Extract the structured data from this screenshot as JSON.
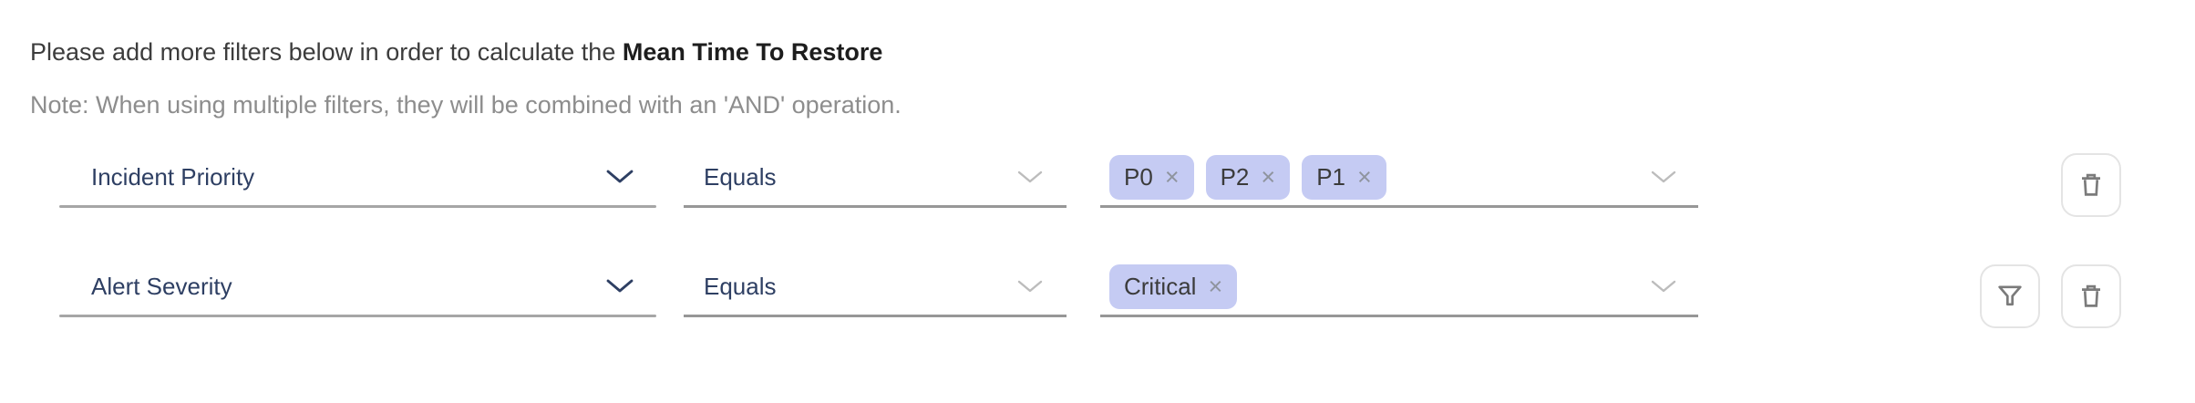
{
  "header": {
    "prompt_prefix": "Please add more filters below in order to calculate the ",
    "metric_name": "Mean Time To Restore",
    "note": "Note: When using multiple filters, they will be combined with an 'AND' operation."
  },
  "filters": [
    {
      "field": "Incident Priority",
      "operator": "Equals",
      "values": [
        "P0",
        "P2",
        "P1"
      ],
      "actions": [
        "delete"
      ]
    },
    {
      "field": "Alert Severity",
      "operator": "Equals",
      "values": [
        "Critical"
      ],
      "actions": [
        "filter",
        "delete"
      ]
    }
  ],
  "icons": {
    "remove_glyph": "×",
    "chevron": "chevron-down",
    "trash": "trash",
    "funnel": "filter-funnel"
  },
  "colors": {
    "accent_navy": "#2e3f63",
    "tag_background": "#c5cbf3",
    "tag_text": "#3b3b3b",
    "note_gray": "#8d8d8d",
    "underline_gray": "#979797",
    "button_border": "#e4e4e4",
    "button_icon": "#7b7b7b"
  }
}
